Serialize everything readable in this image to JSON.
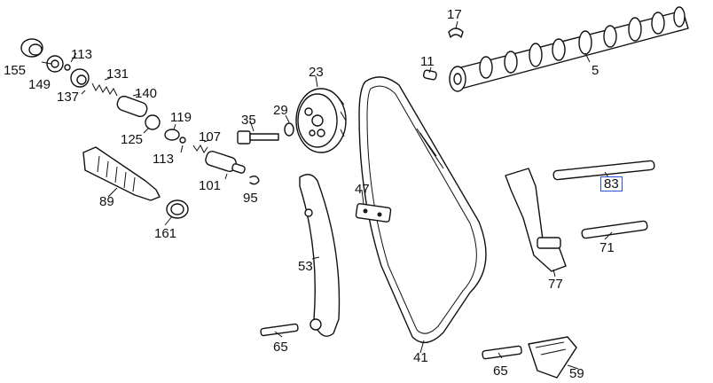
{
  "labels": {
    "p5": "5",
    "p11": "11",
    "p17": "17",
    "p23": "23",
    "p29": "29",
    "p35": "35",
    "p41": "41",
    "p47": "47",
    "p53": "53",
    "p59": "59",
    "p65a": "65",
    "p65b": "65",
    "p71": "71",
    "p77": "77",
    "p83": "83",
    "p89": "89",
    "p95": "95",
    "p101": "101",
    "p107": "107",
    "p113a": "113",
    "p113b": "113",
    "p119": "119",
    "p125": "125",
    "p131": "131",
    "p137": "137",
    "p140": "140",
    "p149": "149",
    "p155": "155",
    "p161": "161"
  },
  "highlight": {
    "part": "83",
    "color": "#2b4fd6"
  }
}
